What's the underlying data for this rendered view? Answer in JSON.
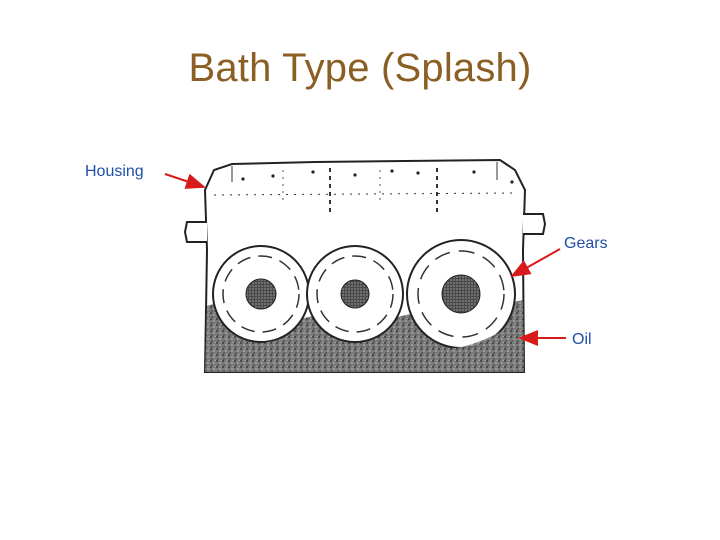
{
  "slide": {
    "title": "Bath Type (Splash)"
  },
  "labels": {
    "housing": "Housing",
    "gears": "Gears",
    "oil": "Oil"
  },
  "colors": {
    "title": "#8B5E24",
    "label_text": "#1F4FA8",
    "arrow": "#D81A1A",
    "drawing": "#222222",
    "oil_fill": "#555555"
  }
}
